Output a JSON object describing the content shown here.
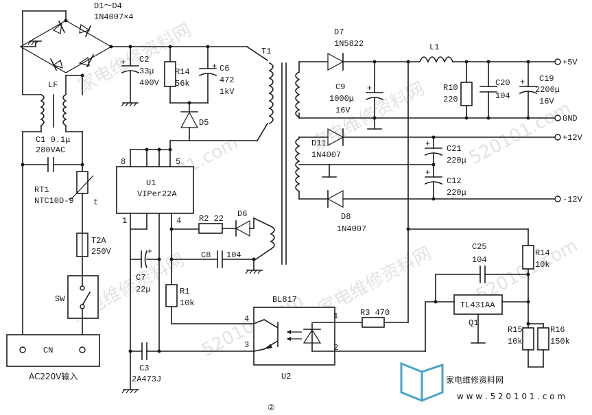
{
  "colors": {
    "ink": "#1a1a1a",
    "watermark": "#c7ccd2",
    "logo": "#4aa3c8"
  },
  "labels": {
    "d1d4": "D1～D4",
    "d1d4_part": "1N4007×4",
    "lf": "LF",
    "c1": "C1 0.1μ",
    "c1_val": "280VAC",
    "rt1": "RT1",
    "rt1_part": "NTC10D-9",
    "rt1_t": "t",
    "t2a": "T2A",
    "t2a_v": "250V",
    "sw": "SW",
    "cn": "CN",
    "ac_input": "AC220V输入",
    "c2": "C2",
    "c2_val": "33μ",
    "c2_v": "400V",
    "r14a": "R14",
    "r14a_val": "56k",
    "c6": "C6",
    "c6_val": "472",
    "c6_v": "1kV",
    "d5": "D5",
    "t1": "T1",
    "u1": "U1",
    "u1_part": "VIPer22A",
    "pin8": "8",
    "pin5": "5",
    "pin1": "1",
    "pin4": "4",
    "r2": "R2 22",
    "d6": "D6",
    "c7": "C7",
    "c7_val": "22μ",
    "c8": "C8",
    "c8_val": "104",
    "r1": "R1",
    "r1_val": "10k",
    "c3": "C3",
    "c3_val": "2A473J",
    "bl817": "BL817",
    "u2": "U2",
    "opto_pin4": "4",
    "opto_pin3": "3",
    "opto_pin1": "1",
    "opto_pin2": "2",
    "d7": "D7",
    "d7_part": "1N5822",
    "c9": "C9",
    "c9_val": "1000μ",
    "c9_v": "16V",
    "l1": "L1",
    "r10": "R10",
    "r10_val": "220",
    "c20": "C20",
    "c20_val": "104",
    "c19": "C19",
    "c19_val": "2200μ",
    "c19_v": "16V",
    "out_5v": "+5V",
    "out_gnd": "GND",
    "d11": "D11",
    "d11_part": "1N4007",
    "c21": "C21",
    "c21_val": "220μ",
    "out_12v": "+12V",
    "c12": "C12",
    "c12_val": "220μ",
    "d8": "D8",
    "d8_part": "1N4007",
    "out_m12v": "-12V",
    "c25": "C25",
    "c25_val": "104",
    "r14b": "R14",
    "r14b_val": "10k",
    "r3": "R3 470",
    "tl431": "TL431AA",
    "q1": "Q1",
    "r15": "R15",
    "r15_val": "10k",
    "r16": "R16",
    "r16_val": "150k",
    "figure_no": "②"
  },
  "watermark": {
    "cn": "家电维修资料网",
    "url": "520101.com",
    "logo_text": "家电维修资料网",
    "logo_url": "w w w . 5 2 0 1 0 1 . c o m"
  }
}
